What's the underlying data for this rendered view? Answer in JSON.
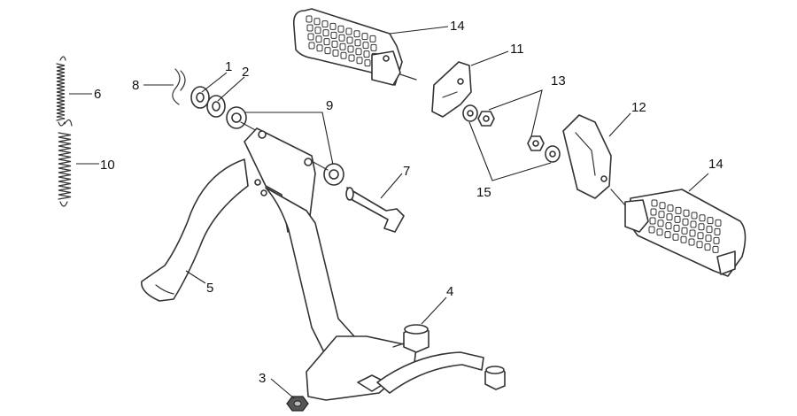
{
  "callouts": [
    {
      "id": "1",
      "text": "1"
    },
    {
      "id": "2",
      "text": "2"
    },
    {
      "id": "3",
      "text": "3"
    },
    {
      "id": "4",
      "text": "4"
    },
    {
      "id": "5",
      "text": "5"
    },
    {
      "id": "6",
      "text": "6"
    },
    {
      "id": "7",
      "text": "7"
    },
    {
      "id": "8",
      "text": "8"
    },
    {
      "id": "9",
      "text": "9"
    },
    {
      "id": "10",
      "text": "10"
    },
    {
      "id": "11",
      "text": "11"
    },
    {
      "id": "12",
      "text": "12"
    },
    {
      "id": "13",
      "text": "13"
    },
    {
      "id": "14a",
      "text": "14"
    },
    {
      "id": "14b",
      "text": "14"
    },
    {
      "id": "15",
      "text": "15"
    }
  ]
}
